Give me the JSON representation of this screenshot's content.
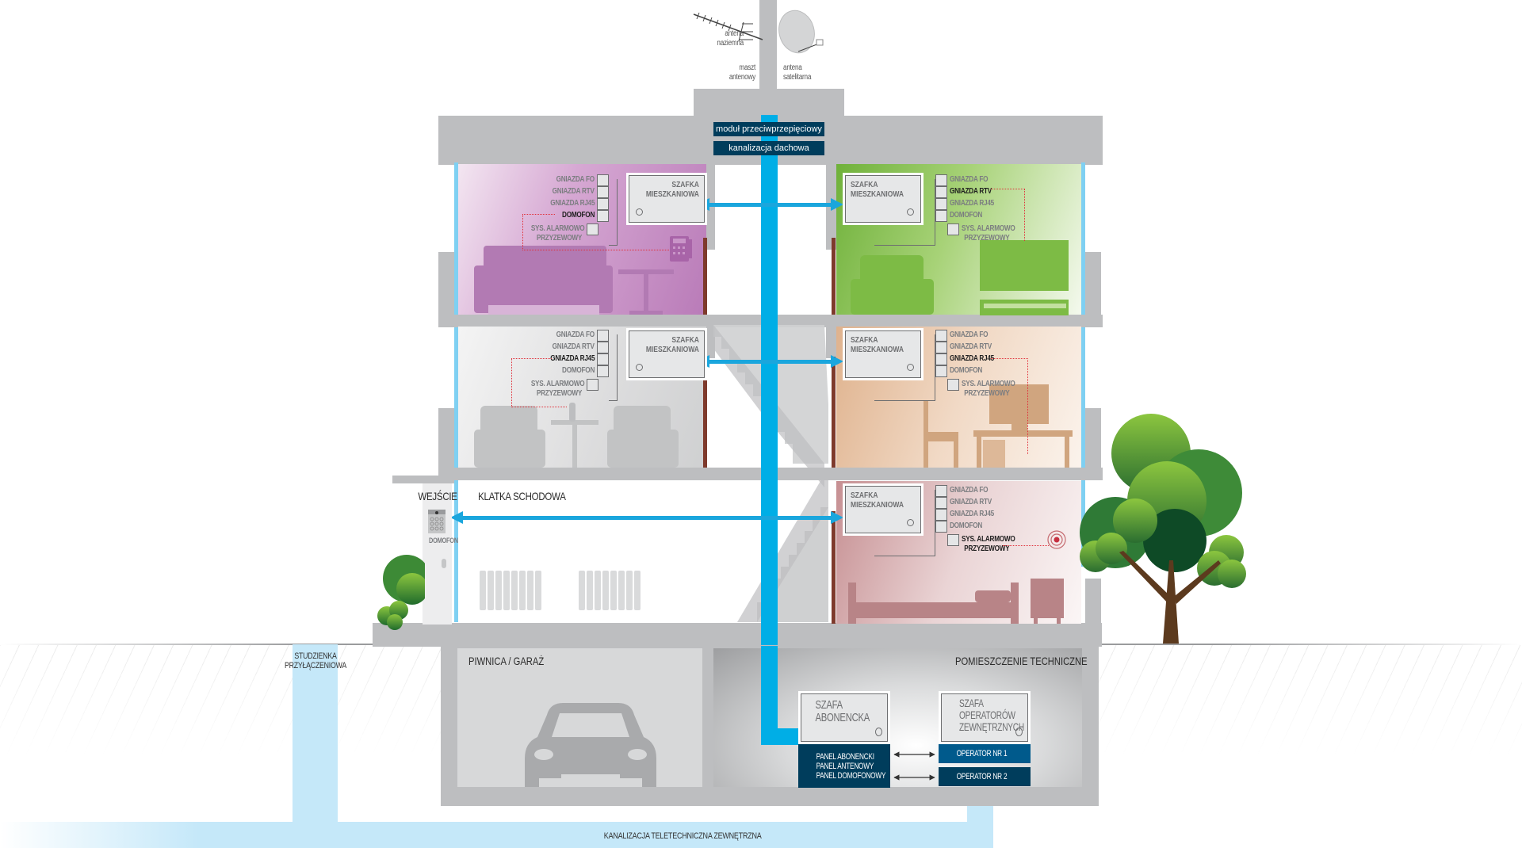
{
  "roof": {
    "antenna_terrestrial": [
      "antena",
      "naziemna"
    ],
    "mast": [
      "maszt",
      "antenowy"
    ],
    "antenna_satellite": [
      "antena",
      "satelitarna"
    ],
    "surge_module": "moduł przeciwprzepięciowy",
    "roof_duct": "kanalizacja dachowa"
  },
  "apartments": [
    {
      "id": "floor3-left",
      "color": "#b97bb8",
      "cabinet": [
        "SZAFKA",
        "MIESZKANIOWA"
      ],
      "sockets": [
        "GNIAZDA FO",
        "GNIAZDA RTV",
        "GNIAZDA RJ45",
        "DOMOFON"
      ],
      "alarm": [
        "SYS. ALARMOWO",
        "PRZYZEWOWY"
      ],
      "highlight": "DOMOFON",
      "device": "intercom-handset"
    },
    {
      "id": "floor3-right",
      "color": "#8cc152",
      "cabinet": [
        "SZAFKA",
        "MIESZKANIOWA"
      ],
      "sockets": [
        "GNIAZDA FO",
        "GNIAZDA RTV",
        "GNIAZDA RJ45",
        "DOMOFON"
      ],
      "alarm": [
        "SYS. ALARMOWO",
        "PRZYZEWOWY"
      ],
      "highlight": "GNIAZDA RTV",
      "device": "tv"
    },
    {
      "id": "floor2-left",
      "color": "#d8d9da",
      "cabinet": [
        "SZAFKA",
        "MIESZKANIOWA"
      ],
      "sockets": [
        "GNIAZDA FO",
        "GNIAZDA RTV",
        "GNIAZDA RJ45",
        "DOMOFON"
      ],
      "alarm": [
        "SYS. ALARMOWO",
        "PRZYZEWOWY"
      ],
      "highlight": "GNIAZDA RJ45",
      "device": "phone"
    },
    {
      "id": "floor2-right",
      "color": "#d9ab85",
      "cabinet": [
        "SZAFKA",
        "MIESZKANIOWA"
      ],
      "sockets": [
        "GNIAZDA FO",
        "GNIAZDA RTV",
        "GNIAZDA RJ45",
        "DOMOFON"
      ],
      "alarm": [
        "SYS. ALARMOWO",
        "PRZYZEWOWY"
      ],
      "highlight": "GNIAZDA RJ45",
      "device": "computer"
    },
    {
      "id": "floor1-right",
      "color": "#c9979a",
      "cabinet": [
        "SZAFKA",
        "MIESZKANIOWA"
      ],
      "sockets": [
        "GNIAZDA FO",
        "GNIAZDA RTV",
        "GNIAZDA RJ45",
        "DOMOFON"
      ],
      "alarm": [
        "SYS. ALARMOWO",
        "PRZYZEWOWY"
      ],
      "highlight": "SYS. ALARMOWO PRZYZEWOWY",
      "device": "alarm-sensor"
    }
  ],
  "ground_floor": {
    "entrance": "WEJŚCIE",
    "staircase": "KLATKA SCHODOWA",
    "intercom": "DOMOFON"
  },
  "basement": {
    "garage": "PIWNICA / GARAŻ",
    "tech_room": "POMIESZCZENIE TECHNICZNE",
    "subscriber_cabinet": [
      "SZAFA",
      "ABONENCKA"
    ],
    "operators_cabinet": [
      "SZAFA",
      "OPERATORÓW",
      "ZEWNĘTRZNYCH"
    ],
    "panels": [
      "PANEL ABONENCKI",
      "PANEL ANTENOWY",
      "PANEL DOMOFONOWY"
    ],
    "operator1": "OPERATOR NR 1",
    "operator2": "OPERATOR NR 2"
  },
  "underground": {
    "manhole": [
      "STUDZIENKA",
      "PRZYŁĄCZENIOWA"
    ],
    "external_duct": "KANALIZACJA TELETECHNICZNA ZEWNĘTRZNA"
  },
  "colors": {
    "riser": "#00aee6",
    "navy": "#003d5c",
    "operator1": "#005a8c",
    "wall": "#bdbec0",
    "duct": "#c5e8f9",
    "signal": "#e0303a"
  }
}
